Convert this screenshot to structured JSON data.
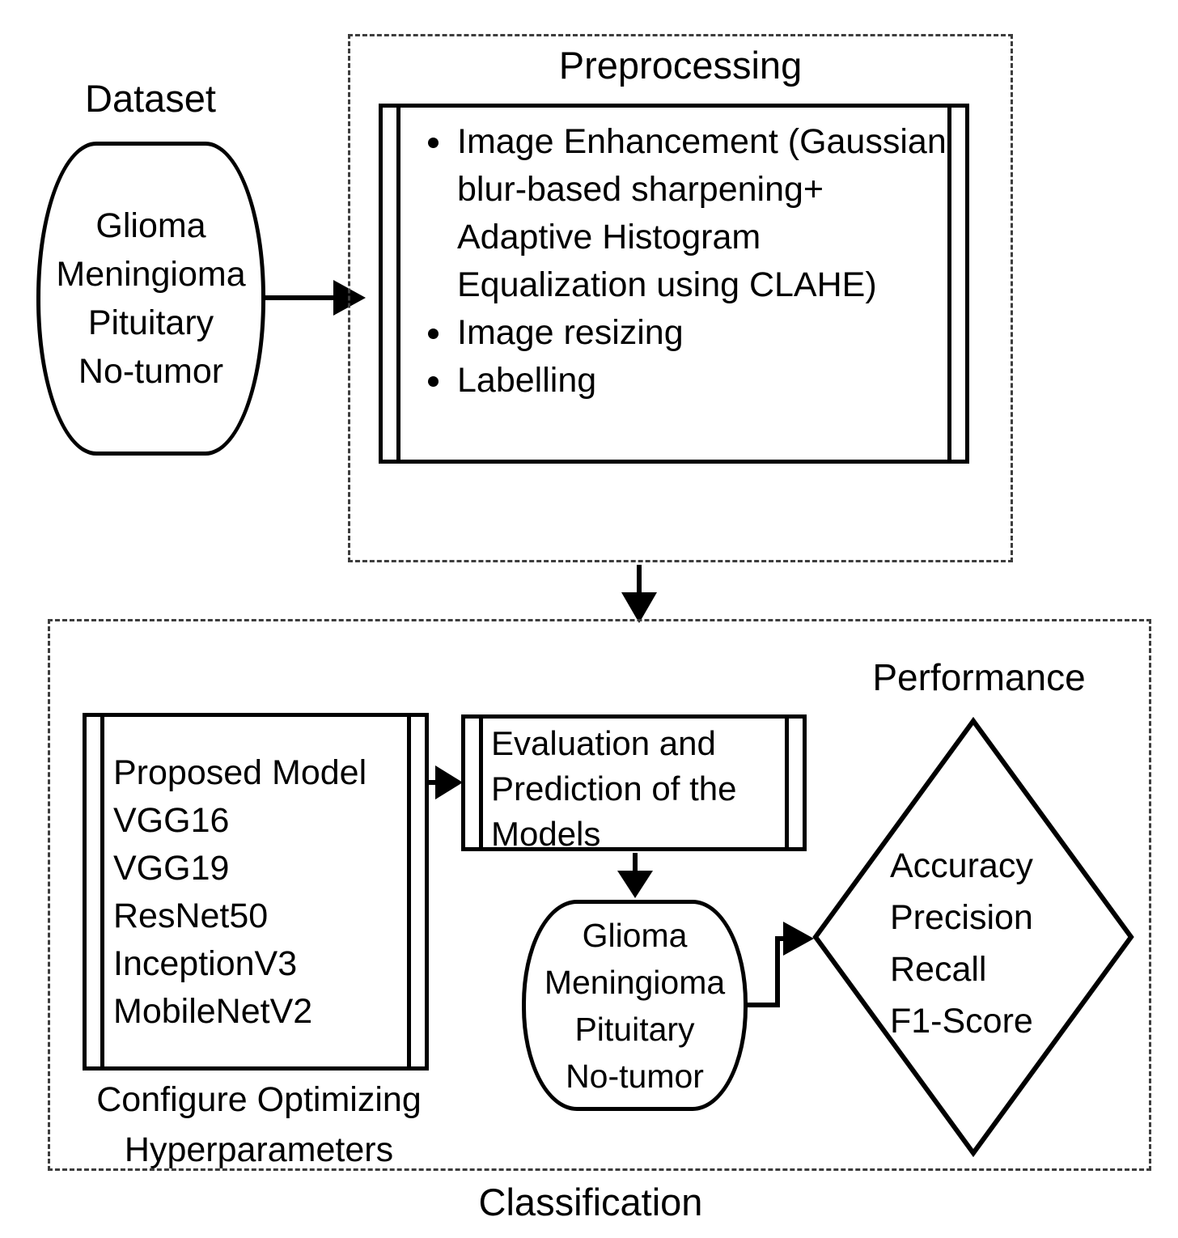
{
  "diagram": {
    "colors": {
      "ink": "#000000",
      "background": "#ffffff",
      "dashed_border": "#3d3d3d"
    },
    "dataset": {
      "label": "Dataset",
      "classes": [
        "Glioma",
        "Meningioma",
        "Pituitary",
        "No-tumor"
      ]
    },
    "preprocessing": {
      "title": "Preprocessing",
      "bullets": [
        "Image Enhancement (Gaussian blur-based sharpening+ Adaptive Histogram Equalization using CLAHE)",
        "Image resizing",
        "Labelling"
      ]
    },
    "classification": {
      "title": "Classification",
      "models": [
        "Proposed Model",
        "VGG16",
        "VGG19",
        "ResNet50",
        "InceptionV3",
        "MobileNetV2"
      ],
      "models_caption": "Configure Optimizing Hyperparameters",
      "evaluation": "Evaluation and Prediction of the Models",
      "output_classes": [
        "Glioma",
        "Meningioma",
        "Pituitary",
        "No-tumor"
      ],
      "performance": {
        "label": "Performance",
        "metrics": [
          "Accuracy",
          "Precision",
          "Recall",
          "F1-Score"
        ]
      }
    }
  }
}
